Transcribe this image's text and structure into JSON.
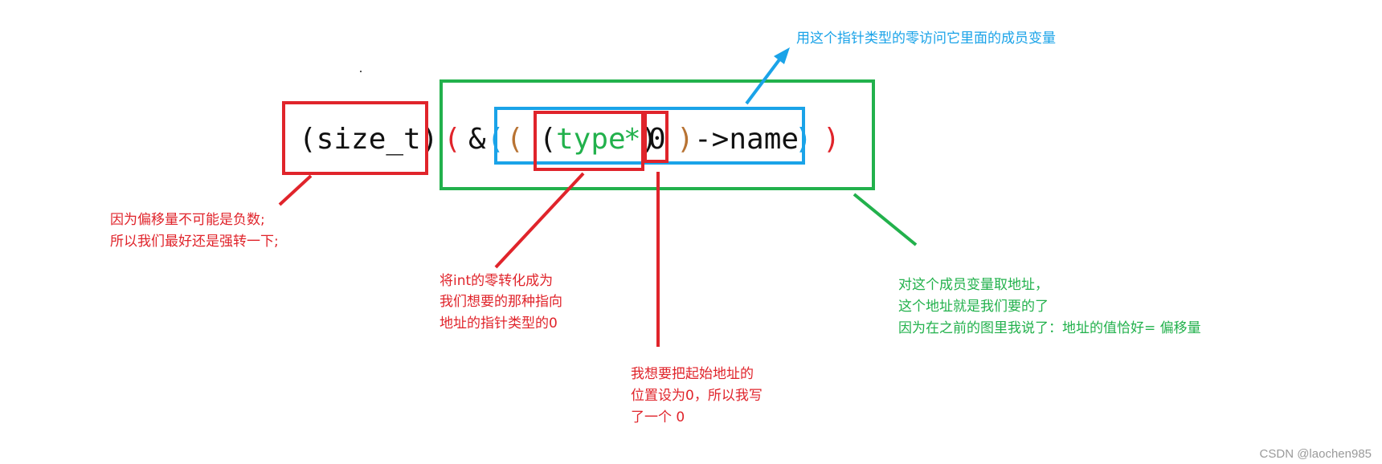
{
  "colors": {
    "red": "#e0242b",
    "green": "#22b14c",
    "blue": "#1aa3e8",
    "brown": "#b87333",
    "black": "#111111",
    "watermark": "#9a9a9a"
  },
  "expression": {
    "cast": "(size_t)",
    "outer_open": "(",
    "amp": "&",
    "paren_a": "(",
    "paren_b": "(",
    "type_open": "(",
    "type": "type",
    "star": "*",
    "type_close": ")",
    "zero": "0",
    "inner_close": ")",
    "arrow_name": "->name",
    "name_close": ")",
    "outer_close": ")"
  },
  "annotations": {
    "top_blue": "用这个指针类型的零访问它里面的成员变量",
    "cast_note": [
      "因为偏移量不可能是负数;",
      "所以我们最好还是强转一下;"
    ],
    "type_note": [
      "将int的零转化成为",
      "我们想要的那种指向",
      "地址的指针类型的0"
    ],
    "zero_note": [
      "我想要把起始地址的",
      "位置设为0，所以我写",
      "了一个 0"
    ],
    "green_note": [
      "对这个成员变量取地址，",
      "这个地址就是我们要的了",
      "因为在之前的图里我说了：地址的值恰好= 偏移量"
    ]
  },
  "watermark": "CSDN @laochen985"
}
